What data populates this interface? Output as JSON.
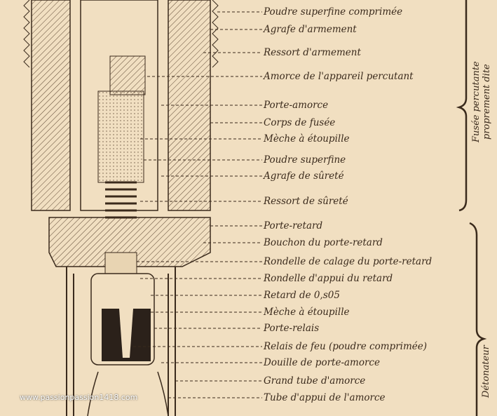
{
  "labels": [
    "Poudre superfine comprimée",
    "Agrafe d'armement",
    "Ressort d'armement",
    "Amorce de l'appareil percutant",
    "Porte-amorce",
    "Corps de fusée",
    "Mèche à étoupille",
    "Poudre superfine",
    "Agrafe de sûreté",
    "Ressort de sûreté",
    "Porte-retard",
    "Bouchon du porte-retard",
    "Rondelle de calage du porte-retard",
    "Rondelle d'appui du retard",
    "Retard de 0,s05",
    "Mèche à étoupille",
    "Porte-relais",
    "Relais de feu (poudre comprimée)",
    "Douille de porte-amorce",
    "Grand tube d'amorce",
    "Tube d'appui de l'amorce"
  ],
  "groups": {
    "upper_line1": "Fusée percutante",
    "upper_line2": "proprement dite",
    "lower": "Détonateur"
  },
  "watermark": "www.passionpassion1418.com"
}
